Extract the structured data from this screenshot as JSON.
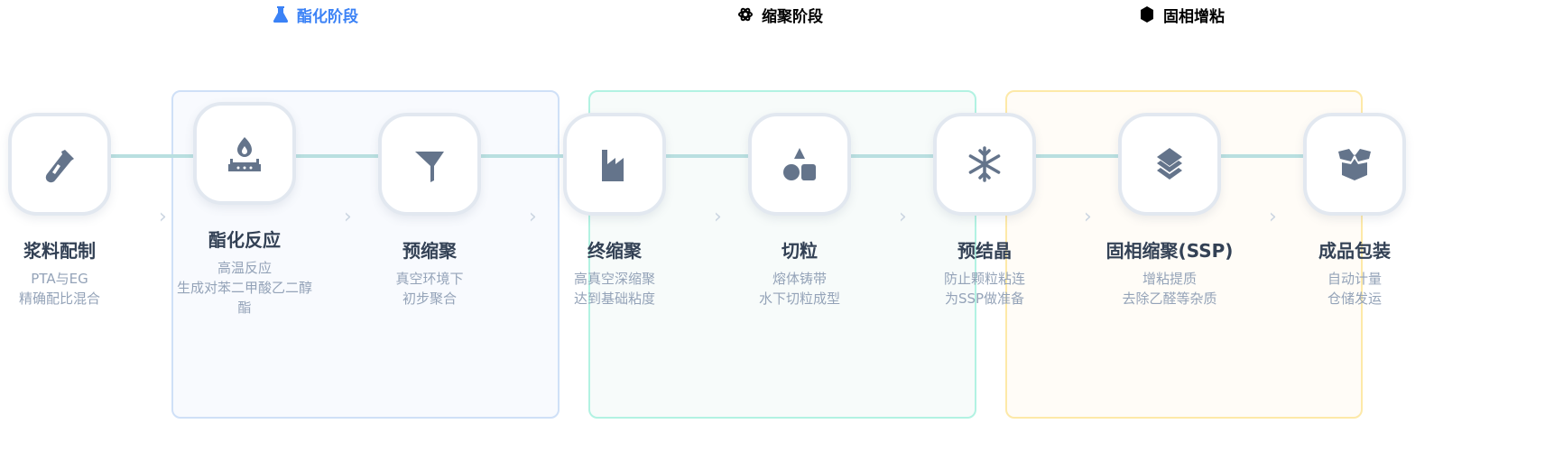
{
  "phases": [
    {
      "label": "酯化阶段",
      "icon": "flask-icon",
      "color": "#3b82f6"
    },
    {
      "label": "缩聚阶段",
      "icon": "atom-icon",
      "color": "#000000"
    },
    {
      "label": "固相增粘",
      "icon": "cube-icon",
      "color": "#000000"
    }
  ],
  "steps": [
    {
      "title": "浆料配制",
      "desc": [
        "PTA与EG",
        "精确配比混合"
      ],
      "icon": "test-tube-icon"
    },
    {
      "title": "酯化反应",
      "desc": [
        "高温反应",
        "生成对苯二甲酸乙二醇",
        "酯"
      ],
      "icon": "burner-icon"
    },
    {
      "title": "预缩聚",
      "desc": [
        "真空环境下",
        "初步聚合"
      ],
      "icon": "funnel-icon"
    },
    {
      "title": "终缩聚",
      "desc": [
        "高真空深缩聚",
        "达到基础粘度"
      ],
      "icon": "factory-icon"
    },
    {
      "title": "切粒",
      "desc": [
        "熔体铸带",
        "水下切粒成型"
      ],
      "icon": "shapes-icon"
    },
    {
      "title": "预结晶",
      "desc": [
        "防止颗粒粘连",
        "为SSP做准备"
      ],
      "icon": "snowflake-icon"
    },
    {
      "title": "固相缩聚(SSP)",
      "desc": [
        "增粘提质",
        "去除乙醛等杂质"
      ],
      "icon": "layers-icon"
    },
    {
      "title": "成品包装",
      "desc": [
        "自动计量",
        "仓储发运"
      ],
      "icon": "box-open-icon"
    }
  ],
  "colors": {
    "blue": "#3b82f6",
    "green": "#5eead4",
    "yellow": "#fde68a"
  }
}
